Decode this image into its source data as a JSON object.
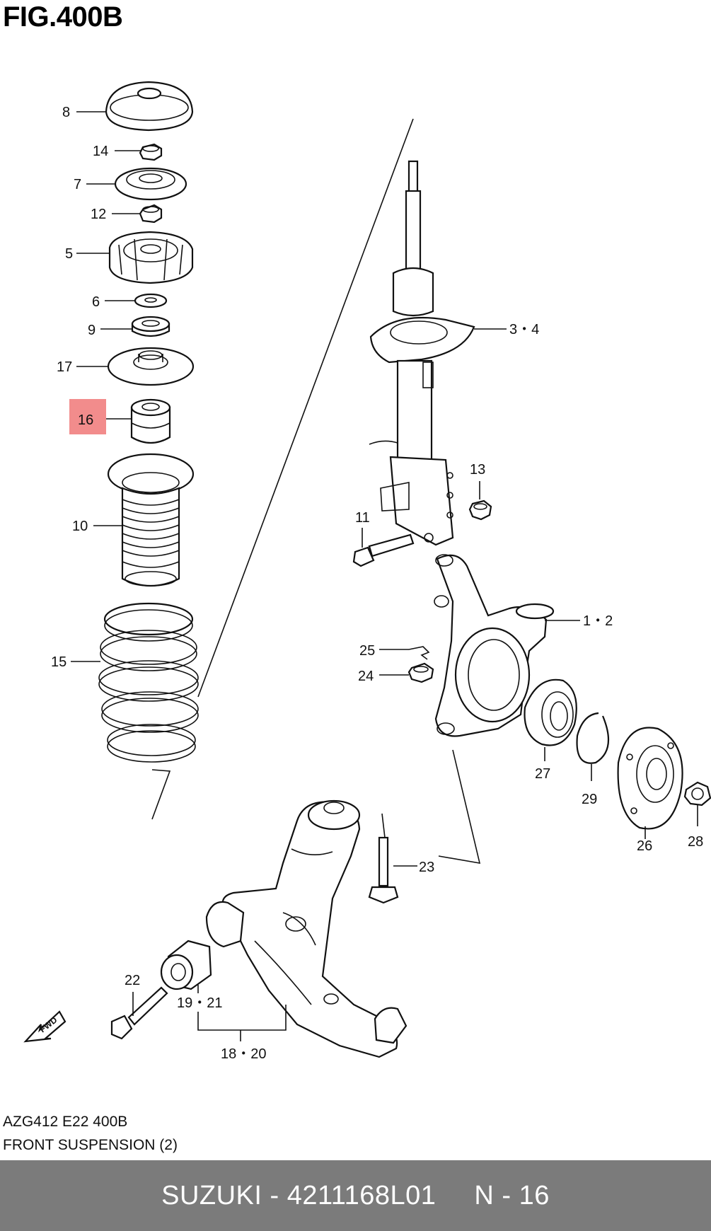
{
  "figure": {
    "title": "FIG.400B",
    "caption_code": "AZG412 E22 400B",
    "caption_name": "FRONT SUSPENSION (2)"
  },
  "highlight_color": "#f28c8c",
  "callouts": {
    "c8": "8",
    "c14": "14",
    "c7": "7",
    "c12": "12",
    "c5": "5",
    "c6": "6",
    "c9": "9",
    "c17": "17",
    "c16": "16",
    "c10": "10",
    "c15": "15",
    "c34": "3・4",
    "c13": "13",
    "c11": "11",
    "c12pair": "1・2",
    "c25": "25",
    "c24": "24",
    "c27": "27",
    "c29": "29",
    "c26": "26",
    "c28": "28",
    "c23": "23",
    "c22": "22",
    "c1921": "19・21",
    "c1820": "18・20"
  },
  "fwd_label": "FWD",
  "footer": {
    "part_info": "SUZUKI - 4211168L01",
    "position": "N - 16"
  }
}
